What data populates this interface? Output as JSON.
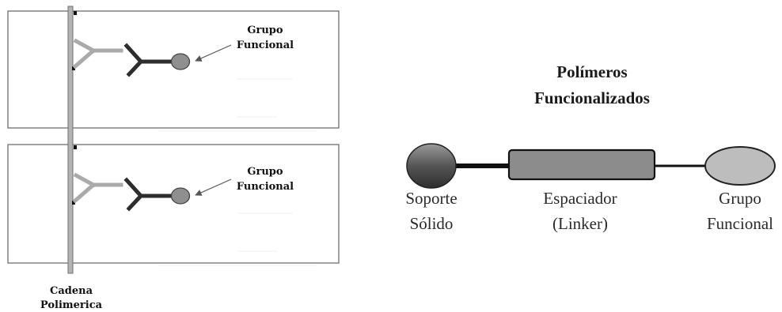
{
  "left_panel": {
    "panel1": {
      "label_line1": "Grupo",
      "label_line2": "Funcional"
    },
    "panel2": {
      "label_line1": "Grupo",
      "label_line2": "Funcional"
    },
    "chain_label_line1": "Cadena",
    "chain_label_line2": "Polimerica"
  },
  "right_panel": {
    "title_line1": "Polímeros",
    "title_line2": "Funcionalizados",
    "support": {
      "line1": "Soporte",
      "line2": "Sólido"
    },
    "spacer": {
      "line1": "Espaciador",
      "line2": "(Linker)"
    },
    "group": {
      "line1": "Grupo",
      "line2": "Funcional"
    }
  },
  "colors": {
    "frame": "#6e6e6e",
    "chain": "#b4b4b4",
    "light_arm": "#aaaaaa",
    "dark_arm": "#2d2d2d",
    "ball": "#8f8f8f",
    "linker": "#8c8c8c",
    "end_group": "#bdbdbd"
  }
}
